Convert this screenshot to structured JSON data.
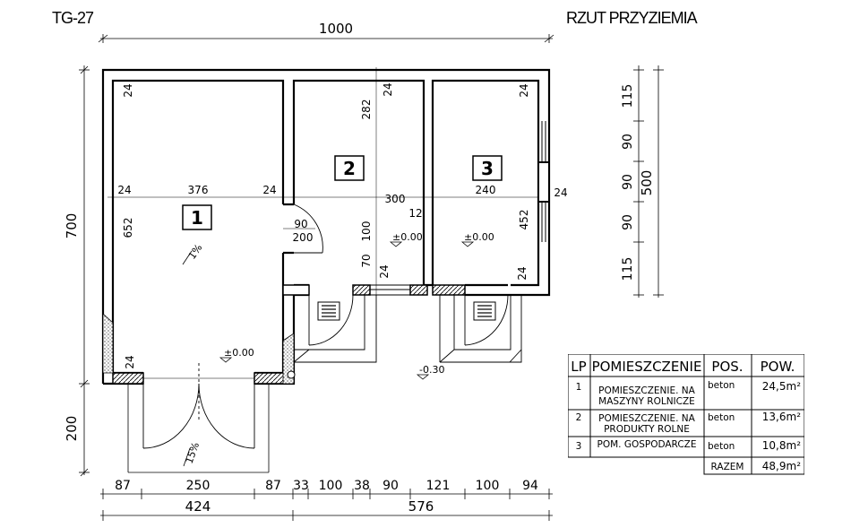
{
  "header": {
    "code": "TG-27",
    "title": "RZUT PRZYZIEMIA"
  },
  "dims": {
    "top_total": "1000",
    "left_total": "700",
    "left_lower": "200",
    "right_total": "500",
    "right_segments": [
      "115",
      "90",
      "90",
      "90",
      "115"
    ],
    "bottom_segments": [
      "87",
      "250",
      "87",
      "33",
      "100",
      "38",
      "90",
      "121",
      "100",
      "94"
    ],
    "bottom_sums": [
      "424",
      "576"
    ],
    "internal": {
      "r1_wall_top": "24",
      "r1_left_wall": "24",
      "r1_width": "376",
      "r1_right_wall": "24",
      "r1_height": "652",
      "r1_wall_bottom": "24",
      "r2_height": "282",
      "r2_wall_top": "24",
      "r23_width": "300",
      "door_w": "90",
      "door_h": "200",
      "r2_h100": "100",
      "r2_h70": "70",
      "r2_wall24": "24",
      "r3_wall_top": "24",
      "r3_width": "240",
      "r3_right_wall": "24",
      "r3_wall12": "12",
      "r3_height": "452",
      "r3_wall_bottom": "24"
    }
  },
  "rooms": [
    "1",
    "2",
    "3"
  ],
  "levels": {
    "r1_slope": "1%",
    "r1_level": "±0.00",
    "r2_level": "±0.00",
    "r3_level": "±0.00",
    "outside_level": "-0.30",
    "ramp_slope": "15%"
  },
  "table": {
    "headers": [
      "LP",
      "POMIESZCZENIE",
      "POS.",
      "POW."
    ],
    "rows": [
      {
        "lp": "1",
        "name1": "POMIESZCZENIE. NA",
        "name2": "MASZYNY ROLNICZE",
        "pos": "beton",
        "pow": "24,5m²"
      },
      {
        "lp": "2",
        "name1": "POMIESZCZENIE. NA",
        "name2": "PRODUKTY ROLNE",
        "pos": "beton",
        "pow": "13,6m²"
      },
      {
        "lp": "3",
        "name1": "POM. GOSPODARCZE",
        "name2": "",
        "pos": "beton",
        "pow": "10,8m²"
      }
    ],
    "total_label": "RAZEM",
    "total_value": "48,9m²"
  }
}
